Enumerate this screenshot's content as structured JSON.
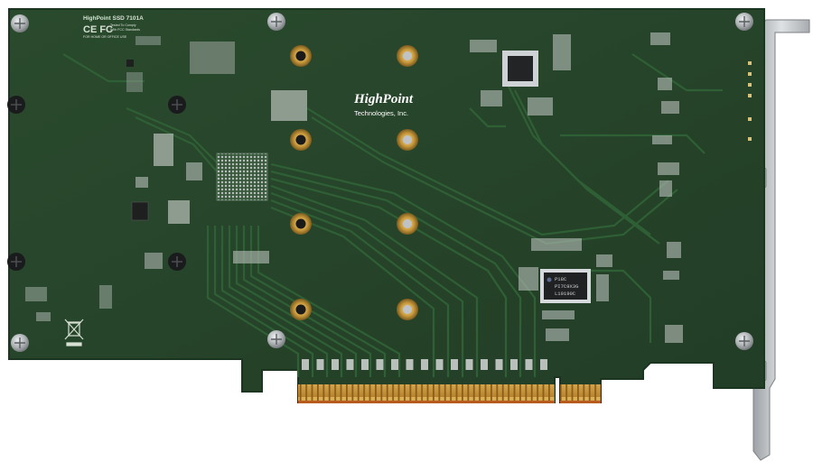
{
  "board": {
    "model_line": "HighPoint  SSD  7101A",
    "cert_logo": "CE FC",
    "compliance_lines": [
      "Tested To Comply",
      "With FCC Standards",
      "FOR HOME OR OFFICE USE"
    ],
    "brand_name": "HighPoint",
    "brand_subtitle": "Technologies, Inc.",
    "controller_chip": [
      "P18C",
      "PI7C9X3G",
      "L19190C"
    ]
  },
  "colors": {
    "pcb": "#26442a",
    "pcb_edge": "#1c3520",
    "trace": "#2f5f34",
    "gold": "#c99a3c",
    "bracket": "#c4c7ca"
  },
  "icons": [
    "weee-bin-icon",
    "screw-icon",
    "standoff-icon"
  ]
}
